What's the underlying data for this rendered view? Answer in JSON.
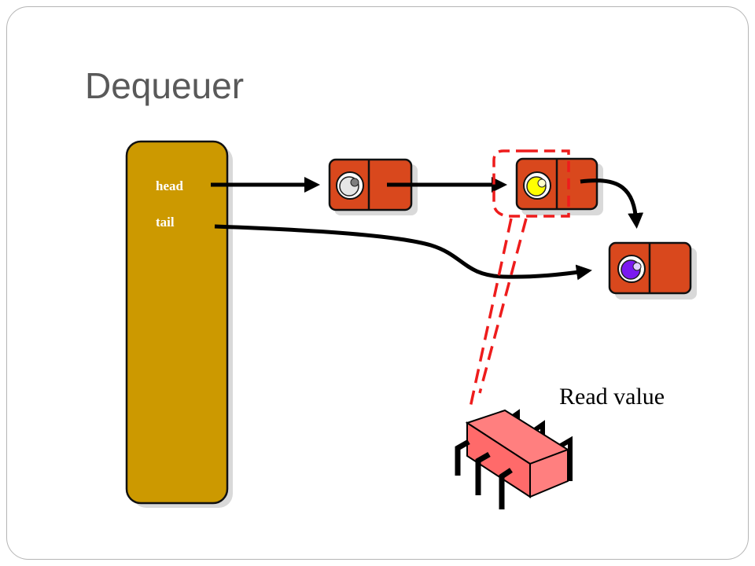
{
  "slide": {
    "title": "Dequeuer"
  },
  "queue_object": {
    "head_label": "head",
    "tail_label": "tail"
  },
  "annotation": {
    "read_label": "Read value"
  },
  "nodes": [
    {
      "name": "sentinel-node",
      "value_color": "#e6e6e6"
    },
    {
      "name": "first-node",
      "value_color": "#ffff00"
    },
    {
      "name": "last-node",
      "value_color": "#7a18f0"
    }
  ],
  "colors": {
    "queue_object_fill": "#cc9900",
    "node_fill": "#d9481d",
    "highlight_dash": "#ee1c1c",
    "thread_fill": "#ff7f7f"
  }
}
